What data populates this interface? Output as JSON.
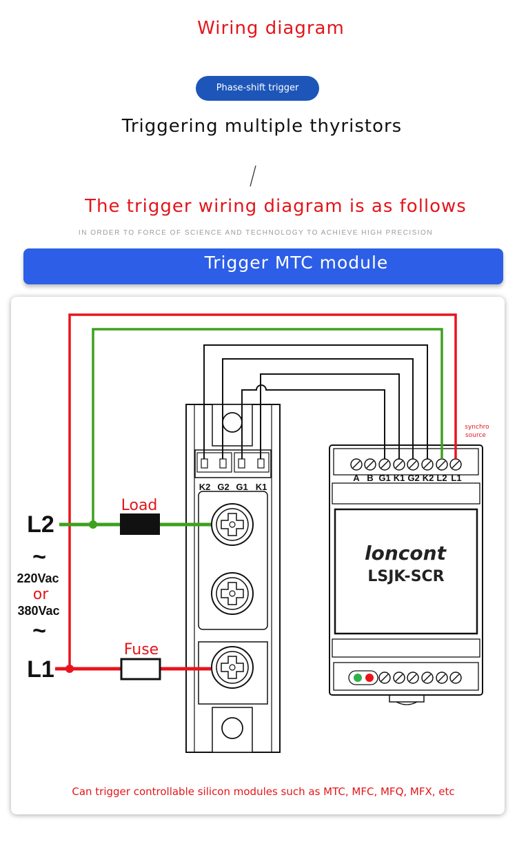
{
  "header": {
    "title": "Wiring diagram",
    "pill_label": "Phase-shift trigger",
    "subtitle": "Triggering multiple thyristors",
    "heading": "The trigger wiring diagram is as follows",
    "tagline": "IN ORDER TO FORCE OF SCIENCE AND TECHNOLOGY TO ACHIEVE HIGH PRECISION",
    "banner": "Trigger MTC module"
  },
  "diagram": {
    "line_labels": {
      "l2": "L2",
      "l1": "L1"
    },
    "tilde": "~",
    "voltage_a": "220Vac",
    "voltage_or": "or",
    "voltage_b": "380Vac",
    "load_label": "Load",
    "fuse_label": "Fuse",
    "synchro_line1": "synchro",
    "synchro_line2": "source",
    "thyristor_terminals": [
      "K2",
      "G2",
      "G1",
      "K1"
    ],
    "controller_terminals": [
      "A",
      "B",
      "G1",
      "K1",
      "G2",
      "K2",
      "L2",
      "L1"
    ],
    "brand": "loncont",
    "model": "LSJK-SCR",
    "footer": "Can trigger controllable silicon modules such as MTC, MFC, MFQ, MFX, etc",
    "colors": {
      "red_wire": "#e8141c",
      "green_wire": "#3da11f",
      "black_wire": "#111111",
      "led_green": "#2fb24a",
      "led_red": "#e8141c"
    }
  }
}
